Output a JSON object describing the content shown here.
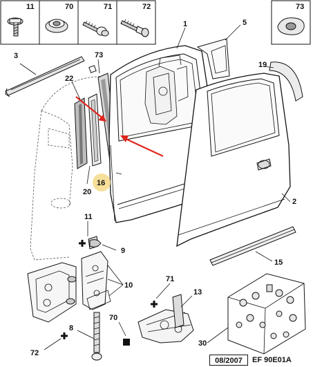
{
  "parts_boxes": [
    {
      "ref": "11"
    },
    {
      "ref": "70"
    },
    {
      "ref": "71"
    },
    {
      "ref": "72"
    },
    {
      "ref": "73"
    }
  ],
  "callouts": {
    "c1": "1",
    "c2": "2",
    "c3": "3",
    "c5": "5",
    "c8": "8",
    "c9": "9",
    "c10": "10",
    "c11": "11",
    "c13": "13",
    "c15": "15",
    "c16": "16",
    "c19": "19",
    "c20": "20",
    "c22": "22",
    "c30": "30",
    "c70": "70",
    "c71": "71",
    "c72": "72",
    "c73": "73"
  },
  "highlight_color": "#f5d98a",
  "arrow_color": "#e0261f",
  "footer": {
    "date": "08/2007",
    "code": "EF 90E01A"
  }
}
